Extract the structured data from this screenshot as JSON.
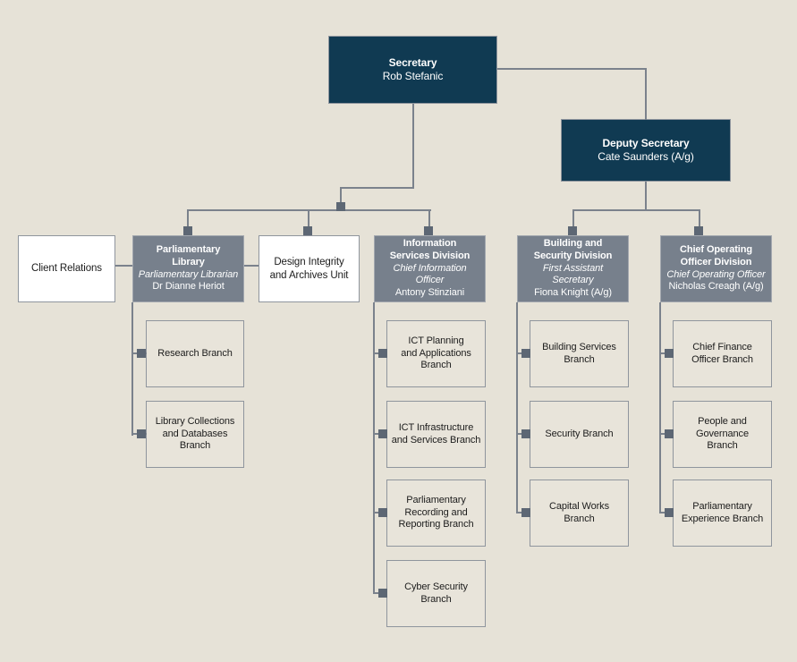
{
  "org": {
    "secretary": {
      "title": "Secretary",
      "person": "Rob Stefanic"
    },
    "deputy_secretary": {
      "title": "Deputy Secretary",
      "person": "Cate Saunders (A/g)"
    },
    "client_relations": {
      "title": "Client Relations"
    },
    "parliamentary_library": {
      "title": "Parliamentary\nLibrary",
      "role": "Parliamentary Librarian",
      "person": "Dr Dianne Heriot"
    },
    "design_integrity": {
      "title": "Design Integrity\nand Archives Unit"
    },
    "information_services": {
      "title": "Information\nServices Division",
      "role": "Chief Information Officer",
      "person": "Antony Stinziani"
    },
    "building_security": {
      "title": "Building and\nSecurity Division",
      "role": "First Assistant Secretary",
      "person": "Fiona Knight (A/g)"
    },
    "coo_division": {
      "title": "Chief Operating\nOfficer Division",
      "role": "Chief Operating Officer",
      "person": "Nicholas Creagh (A/g)"
    },
    "branches": {
      "research": "Research Branch",
      "library_collections": "Library Collections\nand Databases\nBranch",
      "ict_planning": "ICT Planning\nand Applications\nBranch",
      "ict_infrastructure": "ICT Infrastructure\nand Services Branch",
      "parl_recording": "Parliamentary\nRecording and\nReporting Branch",
      "cyber_security": "Cyber Security\nBranch",
      "building_services": "Building Services\nBranch",
      "security": "Security Branch",
      "capital_works": "Capital Works\nBranch",
      "chief_finance": "Chief Finance\nOfficer Branch",
      "people_governance": "People and\nGovernance\nBranch",
      "parl_experience": "Parliamentary\nExperience Branch"
    }
  },
  "colors": {
    "background": "#e6e2d7",
    "navy_box": "#103a52",
    "gray_box": "#77808c",
    "branch_box": "#e8e4da",
    "connector_line": "#7b828c",
    "connector_node": "#5d6774"
  }
}
